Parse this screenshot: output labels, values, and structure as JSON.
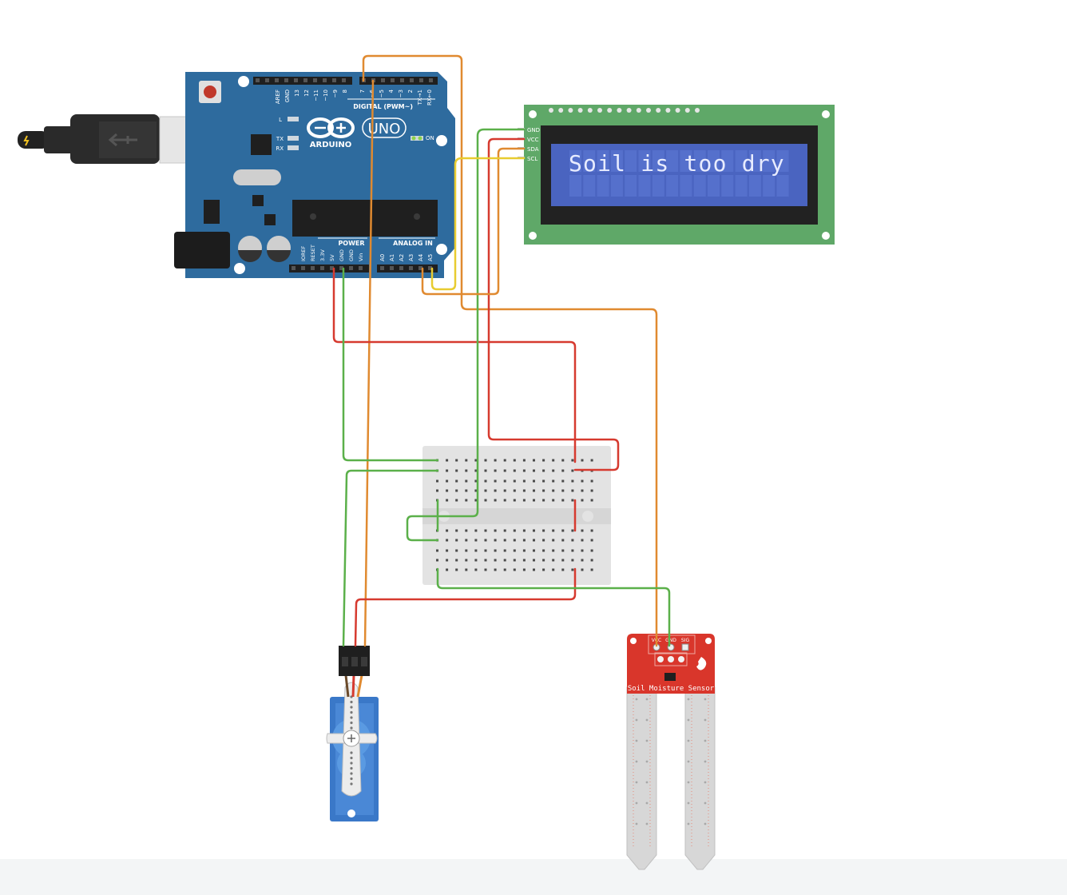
{
  "arduino": {
    "brand": "ARDUINO",
    "model": "UNO",
    "digital_header": "DIGITAL (PWM~)",
    "power_header": "POWER",
    "analog_header": "ANALOG IN",
    "led_l": "L",
    "led_tx": "TX",
    "led_rx": "RX",
    "led_on": "ON",
    "digital_pins": [
      "AREF",
      "GND",
      "13",
      "12",
      "~11",
      "~10",
      "~9",
      "8",
      "7",
      "~6",
      "~5",
      "4",
      "~3",
      "2",
      "TX→1",
      "RX←0"
    ],
    "power_pins": [
      "IOREF",
      "RESET",
      "3.3V",
      "5V",
      "GND",
      "GND",
      "Vin"
    ],
    "analog_pins": [
      "A0",
      "A1",
      "A2",
      "A3",
      "A4",
      "A5"
    ]
  },
  "lcd": {
    "pins": [
      "GND",
      "VCC",
      "SDA",
      "SCL"
    ],
    "line1": "Soil is too dry",
    "line2": ""
  },
  "sensor": {
    "title": "Soil Moisture Sensor",
    "pins": [
      "VCC",
      "GND",
      "SIG"
    ]
  },
  "colors": {
    "board_blue": "#2e6b9e",
    "lcd_green": "#5fa868",
    "lcd_screen": "#4a64c0",
    "wire_red": "#d63a2f",
    "wire_green": "#5bb04a",
    "wire_orange": "#e08a30",
    "wire_yellow": "#e8cc30",
    "sensor_red": "#d9362b",
    "servo_blue": "#3a78c8"
  }
}
